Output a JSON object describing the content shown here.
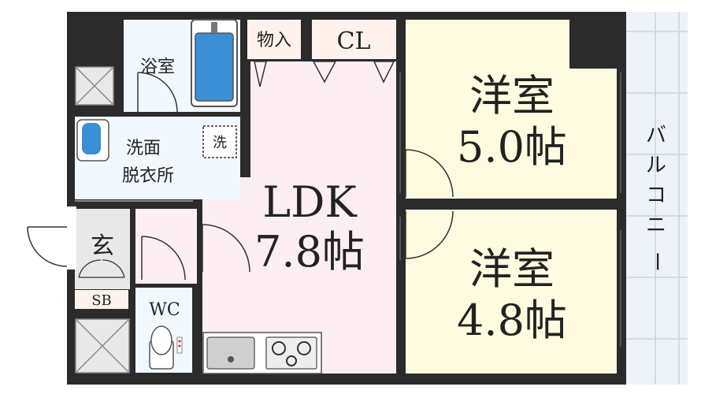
{
  "rooms": {
    "western_1": {
      "name": "洋室",
      "size": "5.0帖"
    },
    "western_2": {
      "name": "洋室",
      "size": "4.8帖"
    },
    "ldk": {
      "name": "LDK",
      "size": "7.8帖"
    },
    "bath": {
      "name": "浴室"
    },
    "washroom": {
      "line1": "洗面",
      "line2": "脱衣所"
    },
    "washer_mark": "洗",
    "storage": "物入",
    "closet": "CL",
    "entrance": "玄",
    "shoe_box": "SB",
    "toilet": "WC",
    "balcony": [
      "バ",
      "ル",
      "コ",
      "ニ",
      "ー"
    ]
  },
  "colors": {
    "wall": "#2b2b2b",
    "ldk": "#fdeef4",
    "western": "#fefbe0",
    "wet": "#f1f8ff",
    "balcony": "#eef3f9",
    "closet": "#fff2ec"
  }
}
